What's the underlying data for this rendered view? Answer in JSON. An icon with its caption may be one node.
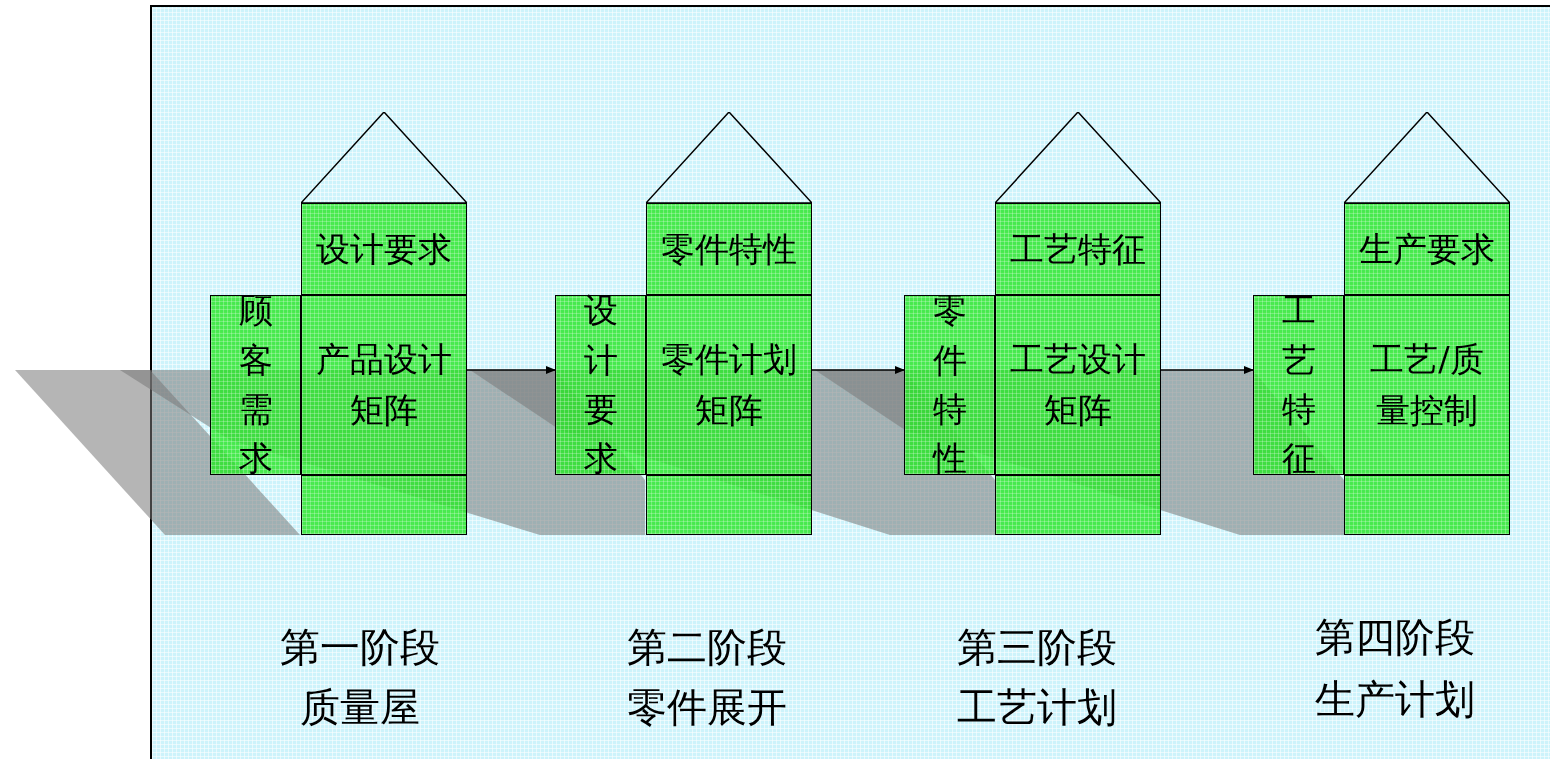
{
  "diagram": {
    "nodes": [
      {
        "text": [],
        "shape": "triangle"
      },
      {
        "text": [
          "设计要求"
        ]
      },
      {
        "text": [
          "顾客需求"
        ]
      },
      {
        "text": [
          "产品设计矩阵"
        ]
      },
      {
        "text": [],
        "shape": "box"
      },
      {
        "text": [],
        "shape": "triangle"
      },
      {
        "text": [
          "零件特性"
        ]
      },
      {
        "text": [
          "设计要求"
        ]
      },
      {
        "text": [
          "零件计划矩阵"
        ]
      },
      {
        "text": [],
        "shape": "box"
      },
      {
        "text": [],
        "shape": "triangle"
      },
      {
        "text": [
          "工艺特征"
        ]
      },
      {
        "text": [
          "零件特性"
        ]
      },
      {
        "text": [
          "工艺设计矩阵"
        ]
      },
      {
        "text": [],
        "shape": "box"
      },
      {
        "text": [],
        "shape": "triangle"
      },
      {
        "text": [
          "生产要求"
        ]
      },
      {
        "text": [
          "工艺特征"
        ]
      },
      {
        "text": [
          "工艺/质量控制"
        ]
      },
      {
        "text": [],
        "shape": "box"
      }
    ],
    "edges": [
      {
        "from": 3,
        "to": 7,
        "arrow": "to"
      },
      {
        "from": 8,
        "to": 12,
        "arrow": "to"
      },
      {
        "from": 13,
        "to": 17,
        "arrow": "to"
      }
    ],
    "labels": [
      "第一阶段",
      "质量屋",
      "第二阶段",
      "零件展开",
      "第三阶段",
      "工艺计划",
      "第四阶段",
      "生产计划"
    ]
  }
}
